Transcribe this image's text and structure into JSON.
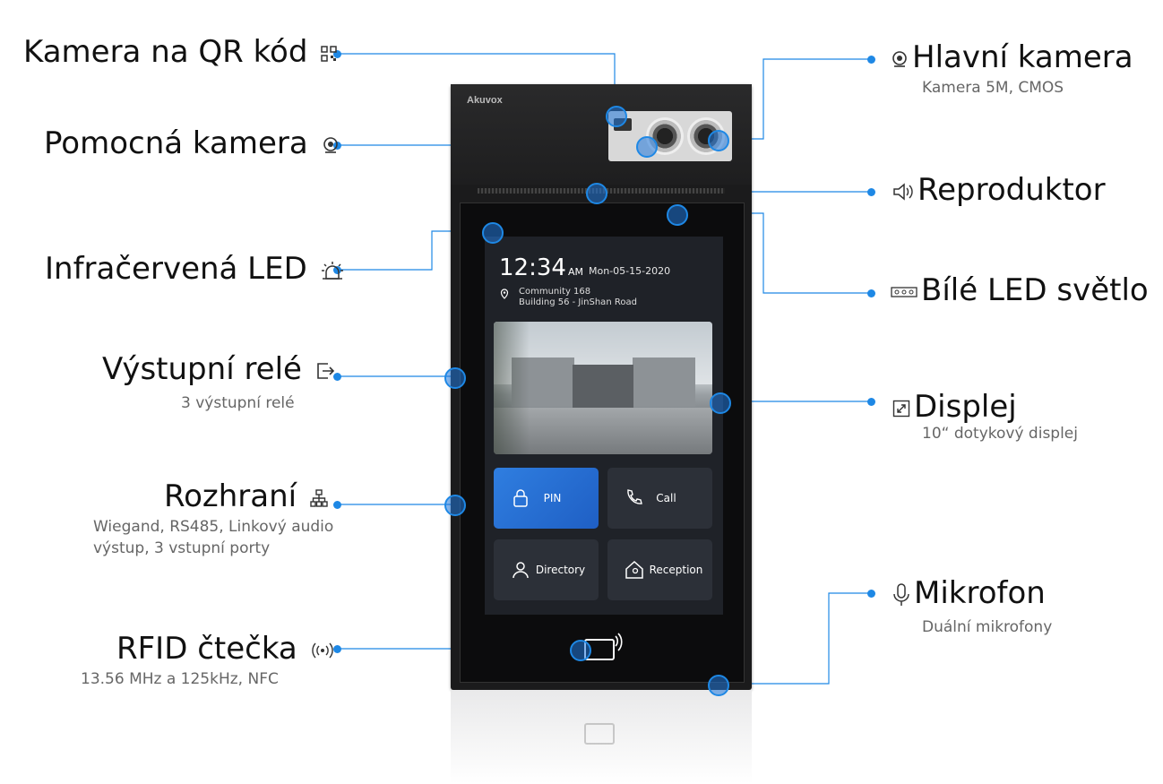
{
  "device": {
    "brand": "Akuvox",
    "screen": {
      "time": "12:34",
      "ampm": "AM",
      "date": "Mon-05-15-2020",
      "address_line1": "Community 168",
      "address_line2": "Building 56 - JinShan Road",
      "tiles": [
        {
          "label": "PIN",
          "icon": "lock-icon"
        },
        {
          "label": "Call",
          "icon": "phone-icon"
        },
        {
          "label": "Directory",
          "icon": "person-icon"
        },
        {
          "label": "Reception",
          "icon": "house-person-icon"
        }
      ]
    }
  },
  "callouts": {
    "qr_camera": {
      "title": "Kamera na QR kód",
      "icon": "qr-code-icon"
    },
    "aux_camera": {
      "title": "Pomocná kamera",
      "icon": "webcam-icon"
    },
    "ir_led": {
      "title": "Infračervená LED",
      "icon": "siren-light-icon"
    },
    "output_relay": {
      "title": "Výstupní relé",
      "subtitle": "3 výstupní relé",
      "icon": "exit-arrow-icon"
    },
    "interface": {
      "title": "Rozhraní",
      "subtitle1": "Wiegand, RS485, Linkový audio",
      "subtitle2": "výstup, 3 vstupní porty",
      "icon": "network-tree-icon"
    },
    "rfid": {
      "title": "RFID čtečka",
      "subtitle": "13.56 MHz a 125kHz, NFC",
      "icon": "rfid-waves-icon"
    },
    "main_camera": {
      "title": "Hlavní kamera",
      "subtitle": "Kamera 5M, CMOS",
      "icon": "webcam-icon"
    },
    "speaker": {
      "title": "Reproduktor",
      "icon": "speaker-icon"
    },
    "white_led": {
      "title": "Bílé LED světlo",
      "icon": "led-strip-icon"
    },
    "display": {
      "title": "Displej",
      "subtitle": "10“ dotykový displej",
      "icon": "expand-icon"
    },
    "microphone": {
      "title": "Mikrofon",
      "subtitle": "Duální mikrofony",
      "icon": "microphone-icon"
    }
  },
  "colors": {
    "accent": "#1e88e5",
    "tile_active": "#2f7ee0",
    "tile": "#2c3038",
    "device_body": "#1b1b1c"
  }
}
